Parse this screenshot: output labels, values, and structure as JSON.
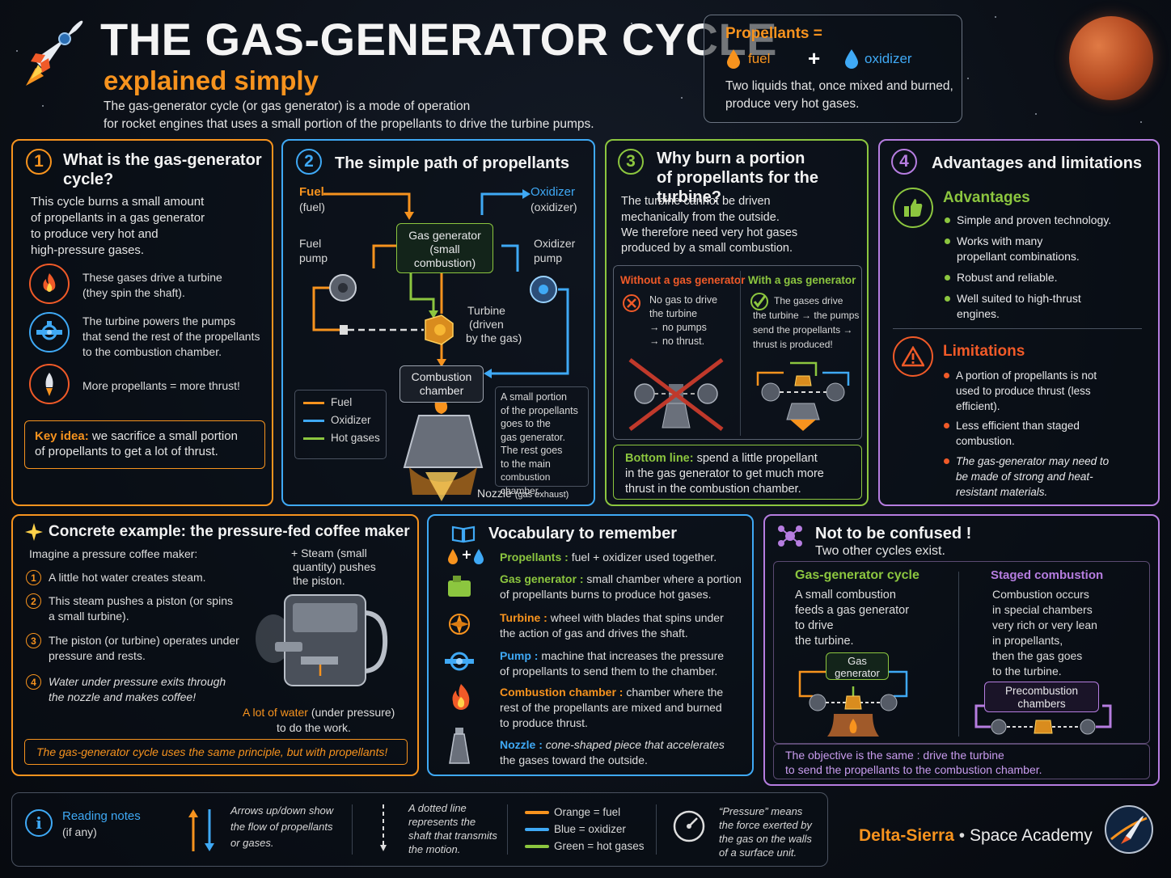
{
  "header": {
    "title": "THE GAS-GENERATOR CYCLE",
    "subtitle": "explained simply",
    "intro_line1": "The gas-generator cycle (or gas generator) is a mode of operation",
    "intro_line2": "for rocket engines that uses a small portion of the propellants to drive the turbine pumps."
  },
  "propellants_box": {
    "title": "Propellants =",
    "fuel": "fuel",
    "plus": "+",
    "oxidizer": "oxidizer",
    "desc_line1": "Two liquids that, once mixed and burned,",
    "desc_line2": "produce very hot gases."
  },
  "section1": {
    "number": "1",
    "title_line1": "What is the gas-generator",
    "title_line2": "cycle?",
    "desc": [
      "This cycle burns a small amount",
      "of propellants in a gas generator",
      "to produce very hot and",
      "high-pressure gases."
    ],
    "item1": [
      "These gases drive a turbine",
      "(they spin the shaft)."
    ],
    "item2": [
      "The turbine powers the pumps",
      "that send the rest of the propellants",
      "to the combustion chamber."
    ],
    "item3": "More propellants = more thrust!",
    "key_label": "Key idea:",
    "key_rest": " we sacrifice a small portion",
    "key_line2": "of propellants to get a lot of thrust."
  },
  "section2": {
    "number": "2",
    "title": "The simple path of propellants",
    "fuel": "Fuel",
    "fuel_sub": "(fuel)",
    "oxidizer": "Oxidizer",
    "oxidizer_sub": "(oxidizer)",
    "fuel_pump": [
      "Fuel",
      "pump"
    ],
    "oxidizer_pump": [
      "Oxidizer",
      "pump"
    ],
    "gas_generator": [
      "Gas generator",
      "(small",
      "combustion)"
    ],
    "turbine": [
      "Turbine",
      "(driven",
      "by the gas)"
    ],
    "combustion_chamber": [
      "Combustion",
      "chamber"
    ],
    "legend": [
      "Fuel",
      "Oxidizer",
      "Hot gases"
    ],
    "note": [
      "A small portion",
      "of the propellants",
      "goes to the",
      "gas generator.",
      "The rest goes",
      "to the main",
      "combustion chamber."
    ],
    "nozzle": "Nozzle",
    "nozzle_sub": "(gas exhaust)"
  },
  "section3": {
    "number": "3",
    "title_line1": "Why burn a portion",
    "title_line2": "of propellants for the turbine?",
    "desc": [
      "The turbine cannot be driven",
      "mechanically from the outside.",
      "We therefore need very hot gases",
      "produced by a small combustion."
    ],
    "without_title": "Without a gas generator",
    "without_text": [
      "No gas to drive",
      "the turbine",
      "→ no pumps",
      "→ no thrust."
    ],
    "with_title": "With a gas generator",
    "with_text": [
      "The gases drive",
      "the turbine → the pumps",
      "send the propellants →",
      "thrust is produced!"
    ],
    "bottom_label": "Bottom line:",
    "bottom_rest": " spend a little propellant",
    "bottom_line2": "in the gas generator to get much more",
    "bottom_line3": "thrust in the combustion chamber."
  },
  "section4": {
    "number": "4",
    "title": "Advantages and limitations",
    "adv_title": "Advantages",
    "adv": [
      [
        "Simple and proven technology."
      ],
      [
        "Works with many",
        "propellant combinations."
      ],
      [
        "Robust and reliable."
      ],
      [
        "Well suited to high-thrust",
        "engines."
      ]
    ],
    "lim_title": "Limitations",
    "lim": [
      [
        "A portion of propellants is not",
        "used to produce thrust (less",
        "efficient)."
      ],
      [
        "Less efficient than staged",
        "combustion."
      ],
      [
        "The gas-generator may need to",
        "be made of strong and heat-",
        "resistant materials."
      ]
    ]
  },
  "example": {
    "title": "Concrete example: the pressure-fed coffee maker",
    "intro": "Imagine a pressure coffee maker:",
    "steps": [
      [
        "A little hot water creates steam."
      ],
      [
        "This steam pushes a piston (or spins",
        "a small turbine)."
      ],
      [
        "The piston (or turbine) operates under",
        "pressure and rests."
      ],
      [
        "Water under pressure exits through",
        "the nozzle and makes coffee!"
      ]
    ],
    "steam_label": [
      "+ Steam (small",
      "quantity) pushes",
      "the piston."
    ],
    "water_hl": "A lot of water",
    "water_rest": " (under pressure)",
    "water_line2": "to do the work.",
    "footer": "The gas-generator cycle uses the same principle, but with propellants!"
  },
  "vocab": {
    "title": "Vocabulary to remember",
    "items": [
      {
        "term": "Propellants :",
        "def1": "fuel + oxidizer used together.",
        "def2": ""
      },
      {
        "term": "Gas generator :",
        "def1": "small chamber where a portion",
        "def2": "of propellants burns to produce hot gases."
      },
      {
        "term": "Turbine :",
        "def1": "wheel with blades that spins under",
        "def2": "the action of gas and drives the shaft."
      },
      {
        "term": "Pump :",
        "def1": "machine that increases the pressure",
        "def2": "of propellants to send them to the chamber."
      },
      {
        "term": "Combustion chamber :",
        "def1": "chamber where the",
        "def2": "rest of the propellants are mixed and burned",
        "def3": "to produce thrust."
      },
      {
        "term": "Nozzle :",
        "def1": "cone-shaped piece that accelerates",
        "def2": "the gases toward the outside."
      }
    ]
  },
  "confused": {
    "title": "Not to be confused !",
    "sub": "Two other cycles exist.",
    "gg_title": "Gas-generator cycle",
    "gg_text": [
      "A small combustion",
      "feeds a gas generator",
      "to drive",
      "the turbine."
    ],
    "gg_box": [
      "Gas",
      "generator"
    ],
    "sc_title": "Staged combustion",
    "sc_text": [
      "Combustion occurs",
      "in special chambers",
      "very rich or very lean",
      "in propellants,",
      "then the gas goes",
      "to the turbine."
    ],
    "sc_box": [
      "Precombustion",
      "chambers"
    ],
    "footer_line1": "The objective is the same : drive the turbine",
    "footer_line2": "to send the propellants to the combustion chamber."
  },
  "notes": {
    "title": "Reading notes",
    "sub": "(if any)",
    "arrows": [
      "Arrows up/down show",
      "the flow of propellants",
      "or gases."
    ],
    "dotted": [
      "A dotted line",
      "represents the",
      "shaft that transmits",
      "the motion."
    ],
    "colors": [
      "Orange = fuel",
      "Blue = oxidizer",
      "Green = hot gases"
    ],
    "pressure": [
      "“Pressure” means",
      "the force exerted by",
      "the gas on the walls",
      "of a surface unit."
    ]
  },
  "brand": {
    "name": "Delta-Sierra",
    "dot": "•",
    "rest": "Space Academy"
  },
  "colors": {
    "orange": "#f7931e",
    "blue": "#3fa9f5",
    "green": "#8cc63f",
    "purple": "#b67de0",
    "red": "#f05a28"
  }
}
